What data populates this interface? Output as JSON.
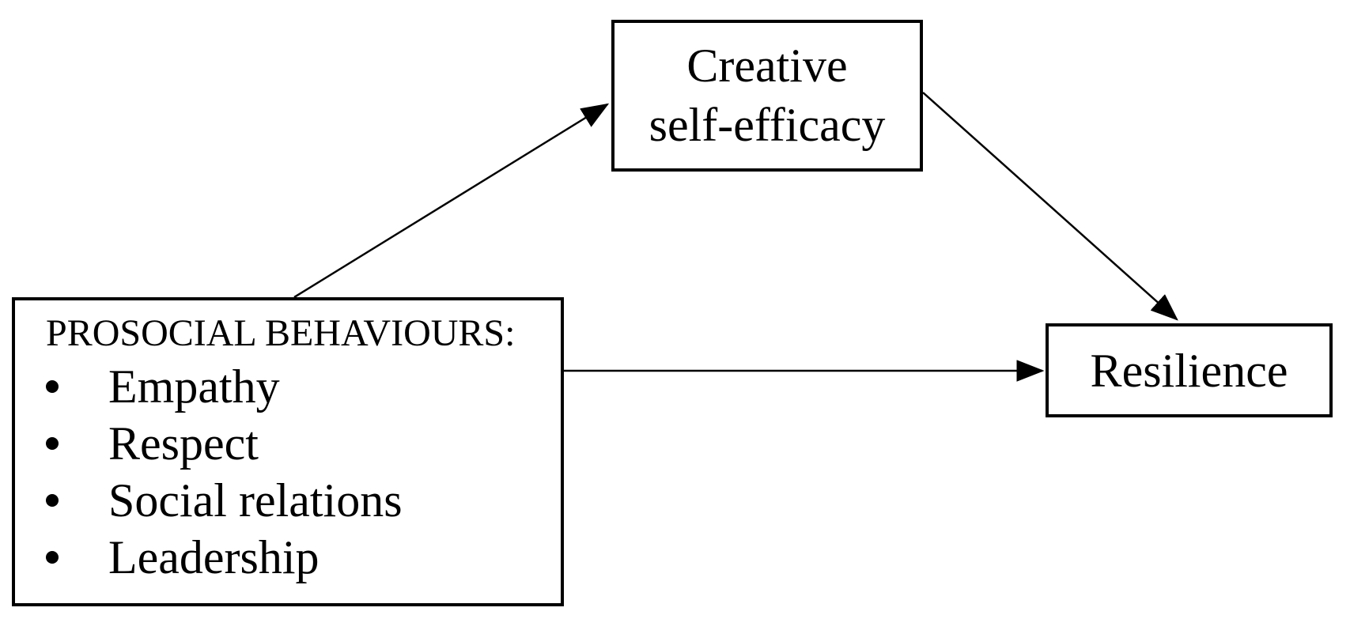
{
  "canvas": {
    "background": "#ffffff"
  },
  "colors": {
    "box_border": "#000000",
    "arrow": "#000000",
    "text": "#000000"
  },
  "diagram": {
    "nodes": {
      "prosocial_behaviours": {
        "heading": "PROSOCIAL BEHAVIOURS:",
        "items": [
          "Empathy",
          "Respect",
          "Social relations",
          "Leadership"
        ]
      },
      "creative_self_efficacy": {
        "label": "Creative self-efficacy",
        "lines": [
          "Creative",
          "self-efficacy"
        ]
      },
      "resilience": {
        "label": "Resilience"
      }
    },
    "edges": [
      {
        "from": "prosocial_behaviours",
        "to": "creative_self_efficacy"
      },
      {
        "from": "creative_self_efficacy",
        "to": "resilience"
      },
      {
        "from": "prosocial_behaviours",
        "to": "resilience"
      }
    ]
  }
}
